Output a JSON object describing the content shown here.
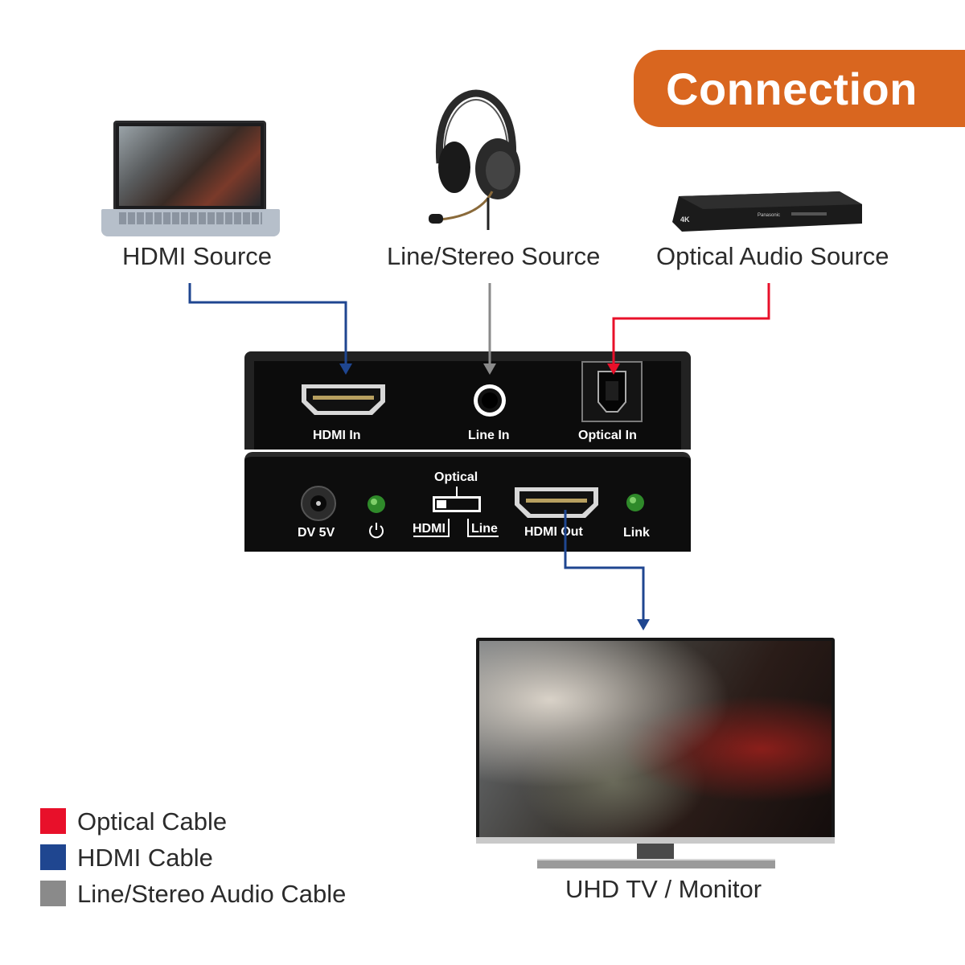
{
  "title": "Connection",
  "sources": {
    "hdmi": "HDMI Source",
    "line": "Line/Stereo Source",
    "optical": "Optical Audio Source"
  },
  "device": {
    "top_ports": [
      "HDMI In",
      "Line In",
      "Optical In"
    ],
    "bottom": {
      "power": "DV 5V",
      "switch_top": "Optical",
      "switch_left": "HDMI",
      "switch_right": "Line",
      "hdmi_out": "HDMI Out",
      "link": "Link"
    }
  },
  "player_brand": "Panasonic",
  "player_badge": "4K",
  "display": "UHD TV / Monitor",
  "legend": [
    {
      "label": "Optical Cable",
      "color": "#e8102a"
    },
    {
      "label": "HDMI Cable",
      "color": "#1f4690"
    },
    {
      "label": "Line/Stereo Audio Cable",
      "color": "#8a8a8a"
    }
  ],
  "colors": {
    "optical": "#e8102a",
    "hdmi": "#1f4690",
    "line": "#8a8a8a",
    "accent": "#d9661f"
  }
}
